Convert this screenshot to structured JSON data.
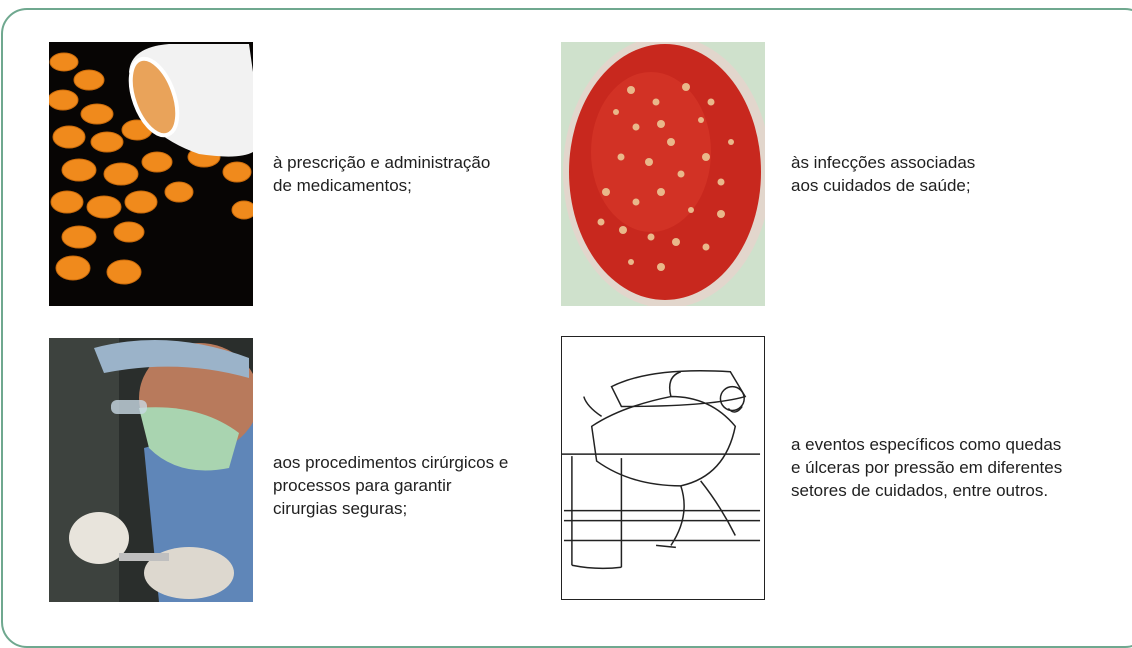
{
  "items": [
    {
      "image": "orange-pills-bottle-photo",
      "lines": [
        "à prescrição e administração",
        "de medicamentos;"
      ]
    },
    {
      "image": "bacteria-petri-dish-photo",
      "lines": [
        "às infecções associadas",
        "aos cuidados de saúde;"
      ]
    },
    {
      "image": "surgeon-operating-photo",
      "lines": [
        "aos procedimentos cirúrgicos e",
        "processos para garantir",
        "cirurgias seguras;"
      ]
    },
    {
      "image": "patient-falling-from-bed-drawing",
      "lines": [
        "a eventos específicos como quedas",
        "e úlceras por pressão em diferentes",
        "setores de cuidados, entre outros."
      ]
    }
  ],
  "colors": {
    "frame_border": "#6fa88f",
    "text": "#1f1f1f"
  }
}
